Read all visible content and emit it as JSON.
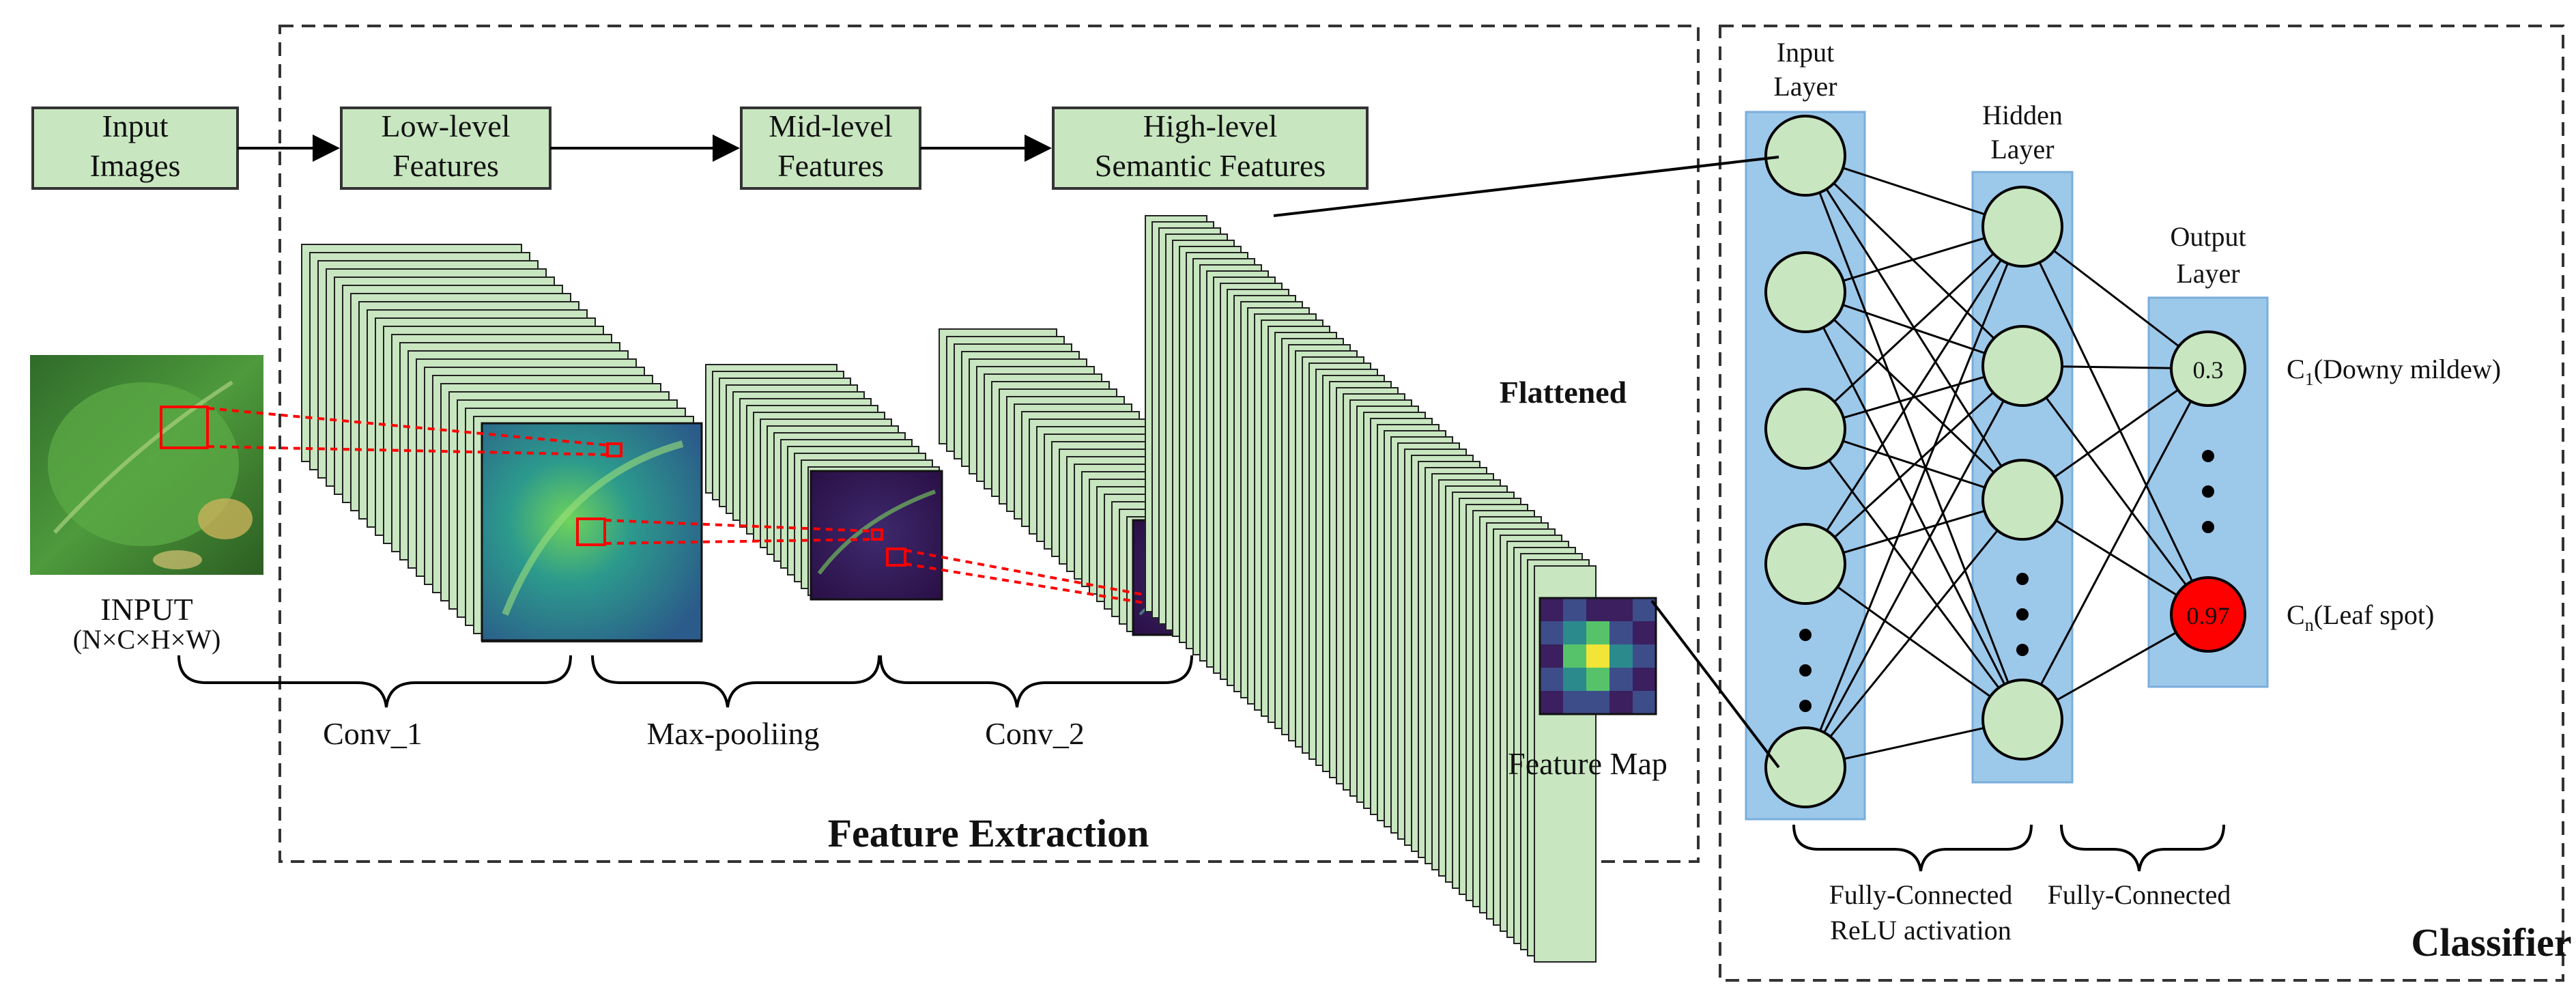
{
  "flow_boxes": [
    {
      "line1": "Input",
      "line2": "Images"
    },
    {
      "line1": "Low-level",
      "line2": "Features"
    },
    {
      "line1": "Mid-level",
      "line2": "Features"
    },
    {
      "line1": "High-level",
      "line2": "Semantic Features"
    }
  ],
  "input": {
    "label": "INPUT",
    "dims": "(N×C×H×W)"
  },
  "stages": {
    "conv1": "Conv_1",
    "maxpool": "Max-pooliing",
    "conv2": "Conv_2"
  },
  "flattened": "Flattened",
  "feature_map": "Feature Map",
  "sections": {
    "extraction": "Feature Extraction",
    "classifier": "Classifier"
  },
  "layers": {
    "input_line1": "Input",
    "input_line2": "Layer",
    "hidden_line1": "Hidden",
    "hidden_line2": "Layer",
    "output_line1": "Output",
    "output_line2": "Layer"
  },
  "outputs": [
    {
      "value": "0.3",
      "class_prefix": "C",
      "class_sub": "1",
      "class_name": "(Downy mildew)",
      "color": "#c8e6c0"
    },
    {
      "value": "0.97",
      "class_prefix": "C",
      "class_sub": "n",
      "class_name": "(Leaf spot)",
      "color": "#ff0000"
    }
  ],
  "fc": {
    "left_line1": "Fully-Connected",
    "left_line2": "ReLU activation",
    "right_line1": "Fully-Connected"
  },
  "colors": {
    "box_fill": "#c8e6c0",
    "column_fill": "#9cc8ea",
    "node_fill": "#c8e6c0",
    "highlight": "#ff0000"
  }
}
